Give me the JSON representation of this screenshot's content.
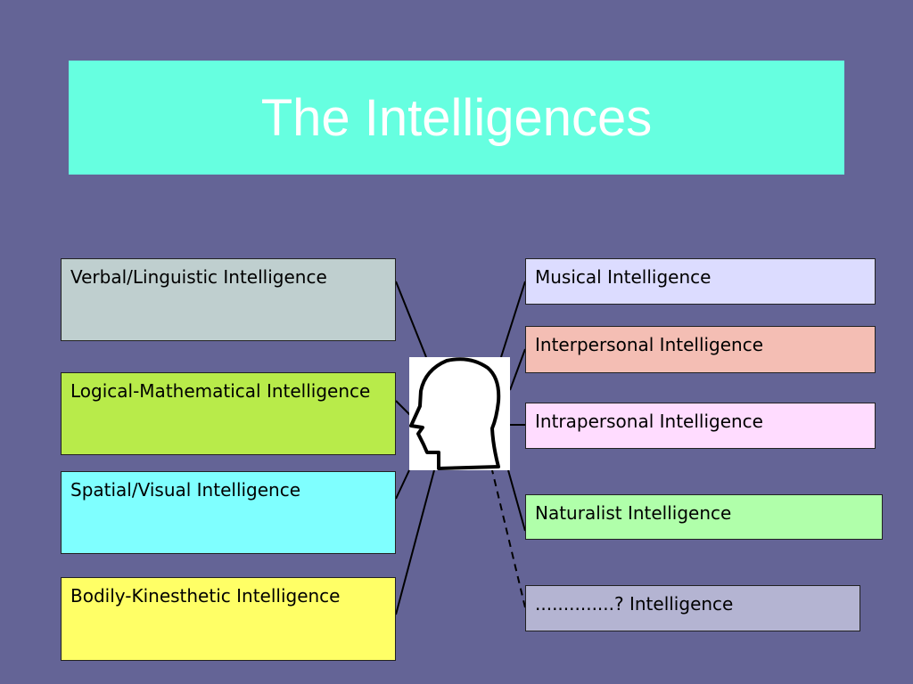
{
  "title": "The Intelligences",
  "center": {
    "icon": "human-head-profile-icon"
  },
  "left_boxes": [
    {
      "label": "Verbal/Linguistic Intelligence",
      "color": "#bfcfcf"
    },
    {
      "label": "Logical-Mathematical Intelligence",
      "color": "#b8eb4a"
    },
    {
      "label": "Spatial/Visual Intelligence",
      "color": "#7fffff"
    },
    {
      "label": "Bodily-Kinesthetic Intelligence",
      "color": "#ffff66"
    }
  ],
  "right_boxes": [
    {
      "label": "Musical Intelligence",
      "color": "#dcdcff"
    },
    {
      "label": "Interpersonal Intelligence",
      "color": "#f4beb4"
    },
    {
      "label": "Intrapersonal Intelligence",
      "color": "#ffdcff"
    },
    {
      "label": "Naturalist Intelligence",
      "color": "#b0ffaa"
    },
    {
      "label": "..............?   Intelligence",
      "color": "#b4b4d2"
    }
  ],
  "colors": {
    "background": "#646496",
    "title_banner": "#66ffe0",
    "title_text": "#ffffff"
  }
}
